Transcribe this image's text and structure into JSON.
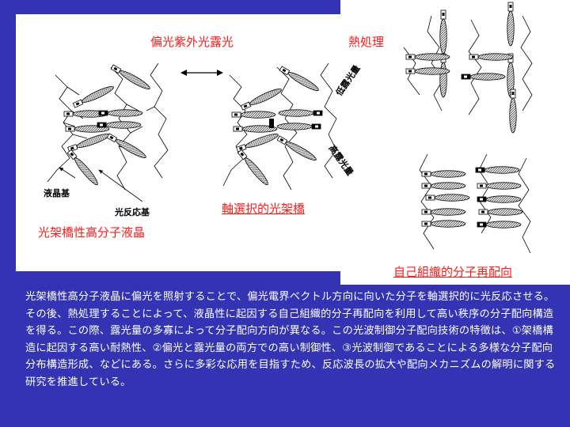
{
  "labels": {
    "polarized_uv": "偏光紫外光露光",
    "heat_treatment": "熱処理",
    "low_dose": "低露光量",
    "high_dose": "高露光量",
    "mesogen": "液晶基",
    "photoreactive": "光反応基",
    "material": "光架橋性高分子液晶",
    "axis_selective": "軸選択的光架橋",
    "reorientation": "自己組織的分子再配向"
  },
  "description": "光架橋性高分子液晶に偏光を照射することで、偏光電界ベクトル方向に向いた分子を軸選択的に光反応させる。その後、熱処理することによって、液晶性に起因する自己組織的分子再配向を利用して高い秩序の分子配向構造を得る。この際、露光量の多寡によって分子配向方向が異なる。この光波制御分子配向技術の特徴は、①架橋構造に起因する高い耐熱性、②偏光と露光量の両方での高い制御性、③光波制御であることによる多様な分子配向分布構造形成、などにある。さらに多彩な応用を目指すため、反応波長の拡大や配向メカニズムの解明に関する研究を推進している。",
  "colors": {
    "background": "#3333b3",
    "panel": "#ffffff",
    "accent_red": "#ff1a1a",
    "text": "#ffffff"
  }
}
